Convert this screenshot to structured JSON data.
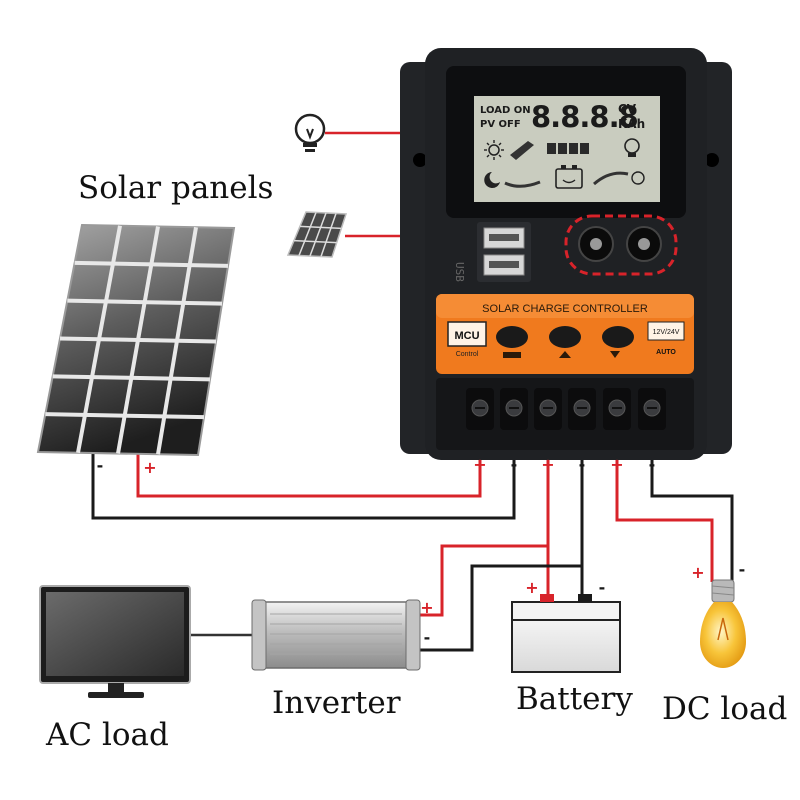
{
  "labels": {
    "solar_panels": "Solar panels",
    "inverter": "Inverter",
    "battery": "Battery",
    "dc_load": "DC load",
    "ac_load": "AC load"
  },
  "controller": {
    "banner": "SOLAR CHARGE CONTROLLER",
    "mcu": "MCU",
    "mcu_sub": "Control",
    "voltage_badge": "12V/24V",
    "auto": "AUTO",
    "lcd": {
      "load_on": "LOAD ON",
      "pv_off": "PV OFF",
      "digits": "8.8.8.8",
      "unit_top": "CV",
      "unit_bottom": "KAh"
    },
    "usb_label": "USB"
  },
  "signs": {
    "plus": "+",
    "minus": "-"
  },
  "colors": {
    "wire_positive": "#d8232a",
    "wire_negative": "#1a1a1a",
    "controller_body": "#1f2124",
    "controller_accent": "#f07a1e",
    "lcd_bg": "#c9ccbf",
    "bulb": "#f6b820"
  },
  "icons": [
    "bulb-icon",
    "solar-panel-icon",
    "sun-icon",
    "moon-icon",
    "battery-icon",
    "monitor-icon",
    "inverter-icon",
    "light-bulb-icon"
  ]
}
